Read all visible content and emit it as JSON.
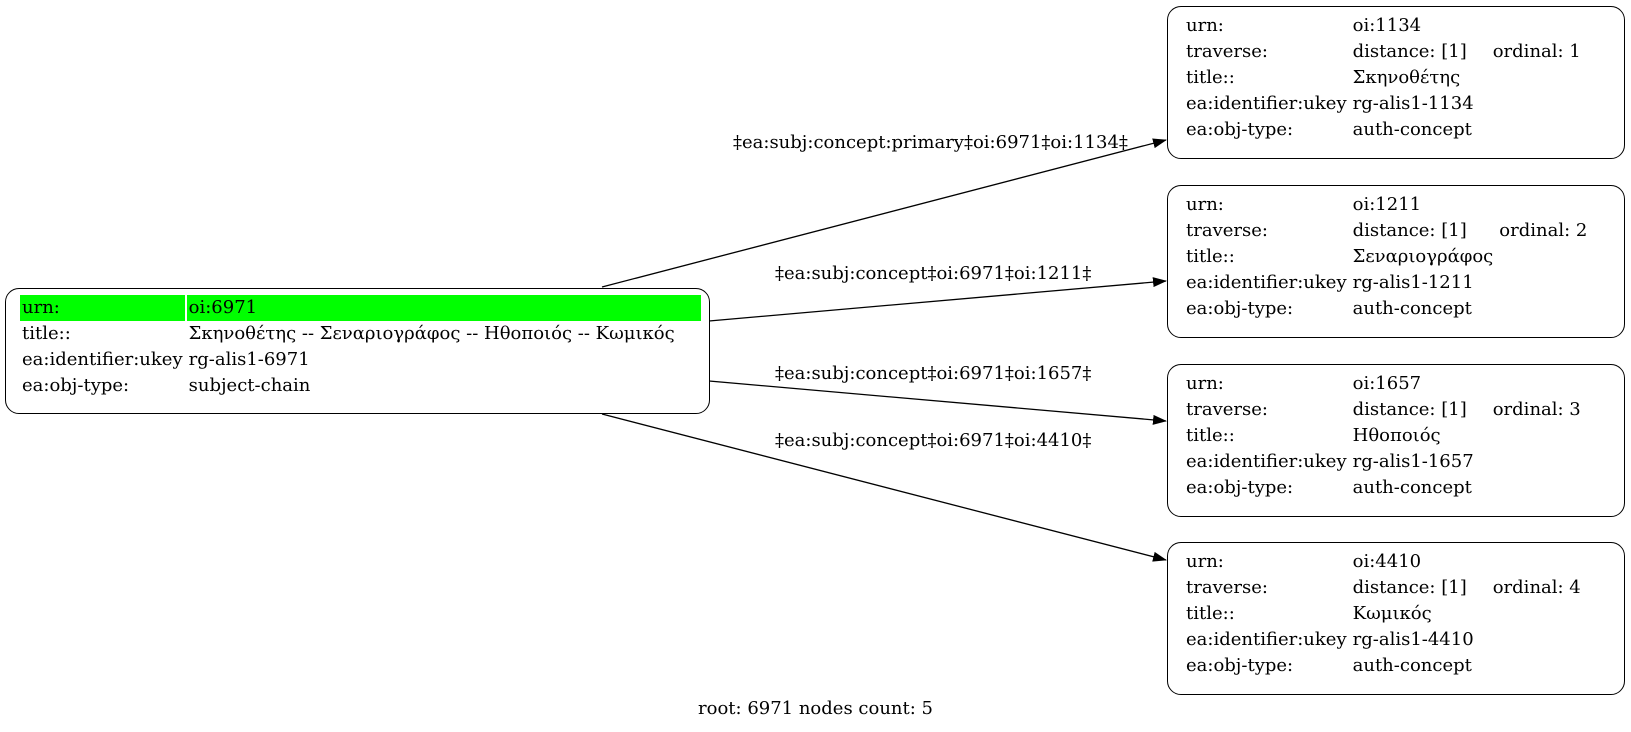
{
  "root_node": {
    "rows": [
      {
        "key": "urn:",
        "value": "oi:6971",
        "highlight": true
      },
      {
        "key": "title::",
        "value": "Σκηνοθέτης -- Σεναριογράφος -- Ηθοποιός -- Κωμικός"
      },
      {
        "key": "ea:identifier:ukey",
        "value": "rg-alis1-6971"
      },
      {
        "key": "ea:obj-type:",
        "value": "subject-chain"
      }
    ]
  },
  "child_nodes": [
    {
      "urn_key": "urn:",
      "urn": "oi:1134",
      "traverse_key": "traverse:",
      "distance": "distance: [1]",
      "ordinal": "ordinal: 1",
      "title_key": "title::",
      "title": "Σκηνοθέτης",
      "ukey_key": "ea:identifier:ukey",
      "ukey": "rg-alis1-1134",
      "type_key": "ea:obj-type:",
      "type": "auth-concept"
    },
    {
      "urn_key": "urn:",
      "urn": "oi:1211",
      "traverse_key": "traverse:",
      "distance": "distance: [1]",
      "ordinal": "ordinal: 2",
      "title_key": "title::",
      "title": "Σεναριογράφος",
      "ukey_key": "ea:identifier:ukey",
      "ukey": "rg-alis1-1211",
      "type_key": "ea:obj-type:",
      "type": "auth-concept"
    },
    {
      "urn_key": "urn:",
      "urn": "oi:1657",
      "traverse_key": "traverse:",
      "distance": "distance: [1]",
      "ordinal": "ordinal: 3",
      "title_key": "title::",
      "title": "Ηθοποιός",
      "ukey_key": "ea:identifier:ukey",
      "ukey": "rg-alis1-1657",
      "type_key": "ea:obj-type:",
      "type": "auth-concept"
    },
    {
      "urn_key": "urn:",
      "urn": "oi:4410",
      "traverse_key": "traverse:",
      "distance": "distance: [1]",
      "ordinal": "ordinal: 4",
      "title_key": "title::",
      "title": "Κωμικός",
      "ukey_key": "ea:identifier:ukey",
      "ukey": "rg-alis1-4410",
      "type_key": "ea:obj-type:",
      "type": "auth-concept"
    }
  ],
  "edges": [
    {
      "label": "‡ea:subj:concept:primary‡oi:6971‡oi:1134‡"
    },
    {
      "label": "‡ea:subj:concept‡oi:6971‡oi:1211‡"
    },
    {
      "label": "‡ea:subj:concept‡oi:6971‡oi:1657‡"
    },
    {
      "label": "‡ea:subj:concept‡oi:6971‡oi:4410‡"
    }
  ],
  "footer": "root: 6971 nodes count: 5",
  "colors": {
    "highlight": "#00ff00",
    "stroke": "#000000",
    "background": "#ffffff"
  }
}
